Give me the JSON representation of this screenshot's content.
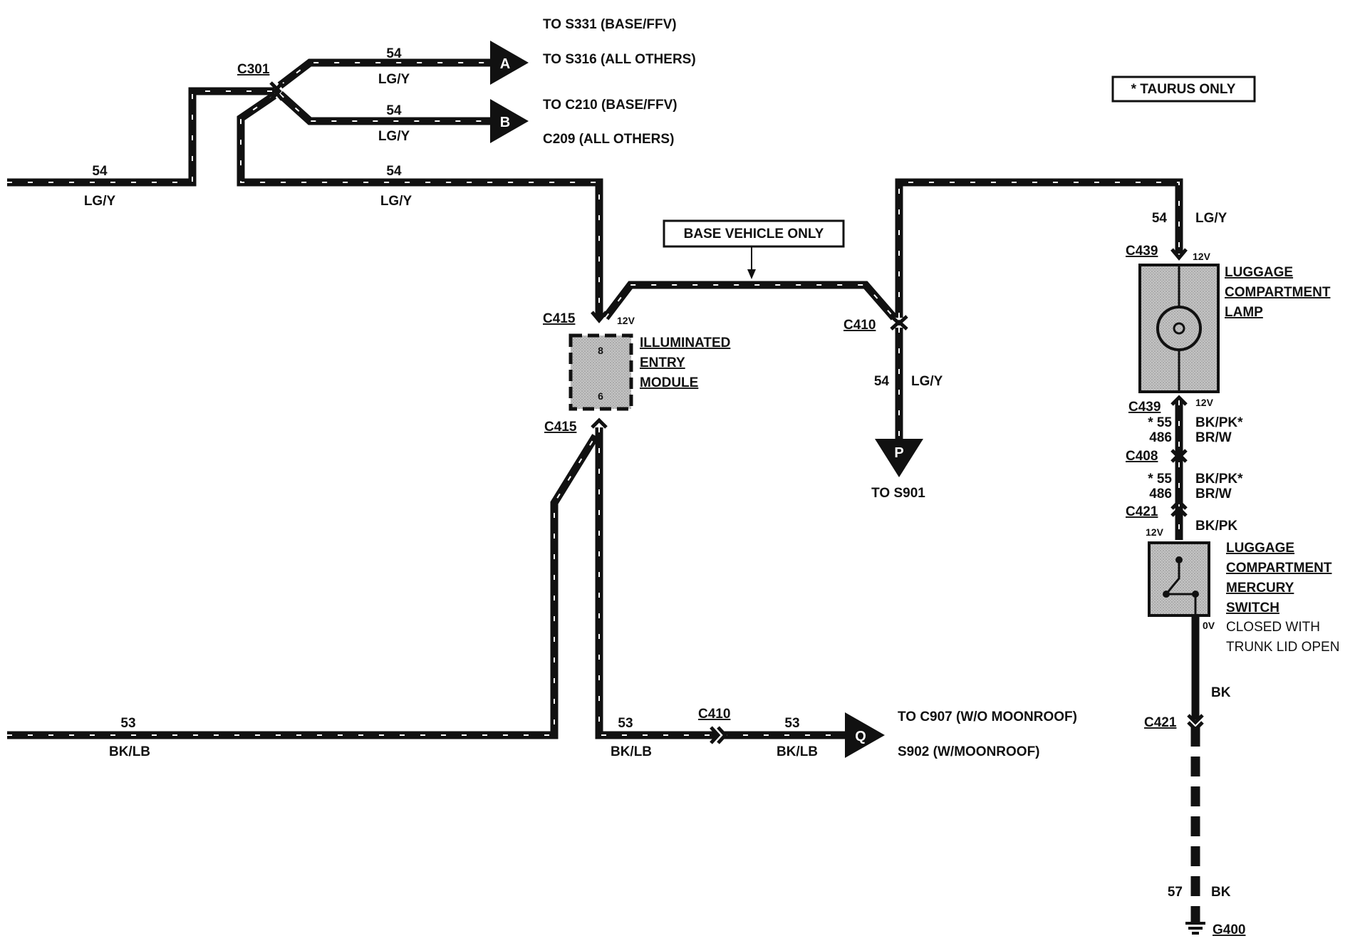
{
  "taurus_note": "* TAURUS ONLY",
  "base_vehicle_note": "BASE VEHICLE ONLY",
  "connectors": {
    "c301": "C301",
    "c415_top": "C415",
    "c415_bottom": "C415",
    "c410_mid": "C410",
    "c410_bottom": "C410",
    "c439_top": "C439",
    "c439_bottom": "C439",
    "c408": "C408",
    "c421_upper": "C421",
    "c421_lower": "C421",
    "g400": "G400"
  },
  "destinations": {
    "a_letter": "A",
    "a_line1": "TO S331 (BASE/FFV)",
    "a_line2": "TO S316 (ALL OTHERS)",
    "b_letter": "B",
    "b_line1": "TO C210 (BASE/FFV)",
    "b_line2": "C209 (ALL OTHERS)",
    "p_letter": "P",
    "p_label": "TO S901",
    "q_letter": "Q",
    "q_line1": "TO C907 (W/O MOONROOF)",
    "q_line2": "S902 (W/MOONROOF)"
  },
  "components": {
    "iem_line1": "ILLUMINATED",
    "iem_line2": "ENTRY",
    "iem_line3": "MODULE",
    "iem_pin_top": "8",
    "iem_pin_bottom": "6",
    "lamp_line1": "LUGGAGE",
    "lamp_line2": "COMPARTMENT",
    "lamp_line3": "LAMP",
    "switch_line1": "LUGGAGE",
    "switch_line2": "COMPARTMENT",
    "switch_line3": "MERCURY",
    "switch_line4": "SWITCH",
    "switch_note1": "CLOSED WITH",
    "switch_note2": "TRUNK LID OPEN"
  },
  "wires": {
    "w54_left_num": "54",
    "w54_left_color": "LG/Y",
    "w54_a_num": "54",
    "w54_a_color": "LG/Y",
    "w54_b_num": "54",
    "w54_b_color": "LG/Y",
    "w54_mid_num": "54",
    "w54_mid_color": "LG/Y",
    "w54_p_num": "54",
    "w54_p_color": "LG/Y",
    "w54_right_num": "54",
    "w54_right_color": "LG/Y",
    "w53_left_num": "53",
    "w53_left_color": "BK/LB",
    "w53_mid_num": "53",
    "w53_mid_color": "BK/LB",
    "w53_q_num": "53",
    "w53_q_color": "BK/LB",
    "w55_a_num": "* 55",
    "w55_a_color": "BK/PK*",
    "w486_a_num": "486",
    "w486_a_color": "BR/W",
    "w55_b_num": "* 55",
    "w55_b_color": "BK/PK*",
    "w486_b_num": "486",
    "w486_b_color": "BR/W",
    "bkpk_color": "BK/PK",
    "bk_color": "BK",
    "w57_num": "57",
    "w57_color": "BK"
  },
  "voltages": {
    "v_iem": "12V",
    "v_lamp_top": "12V",
    "v_lamp_bottom": "12V",
    "v_switch_top": "12V",
    "v_switch_bottom": "0V"
  }
}
